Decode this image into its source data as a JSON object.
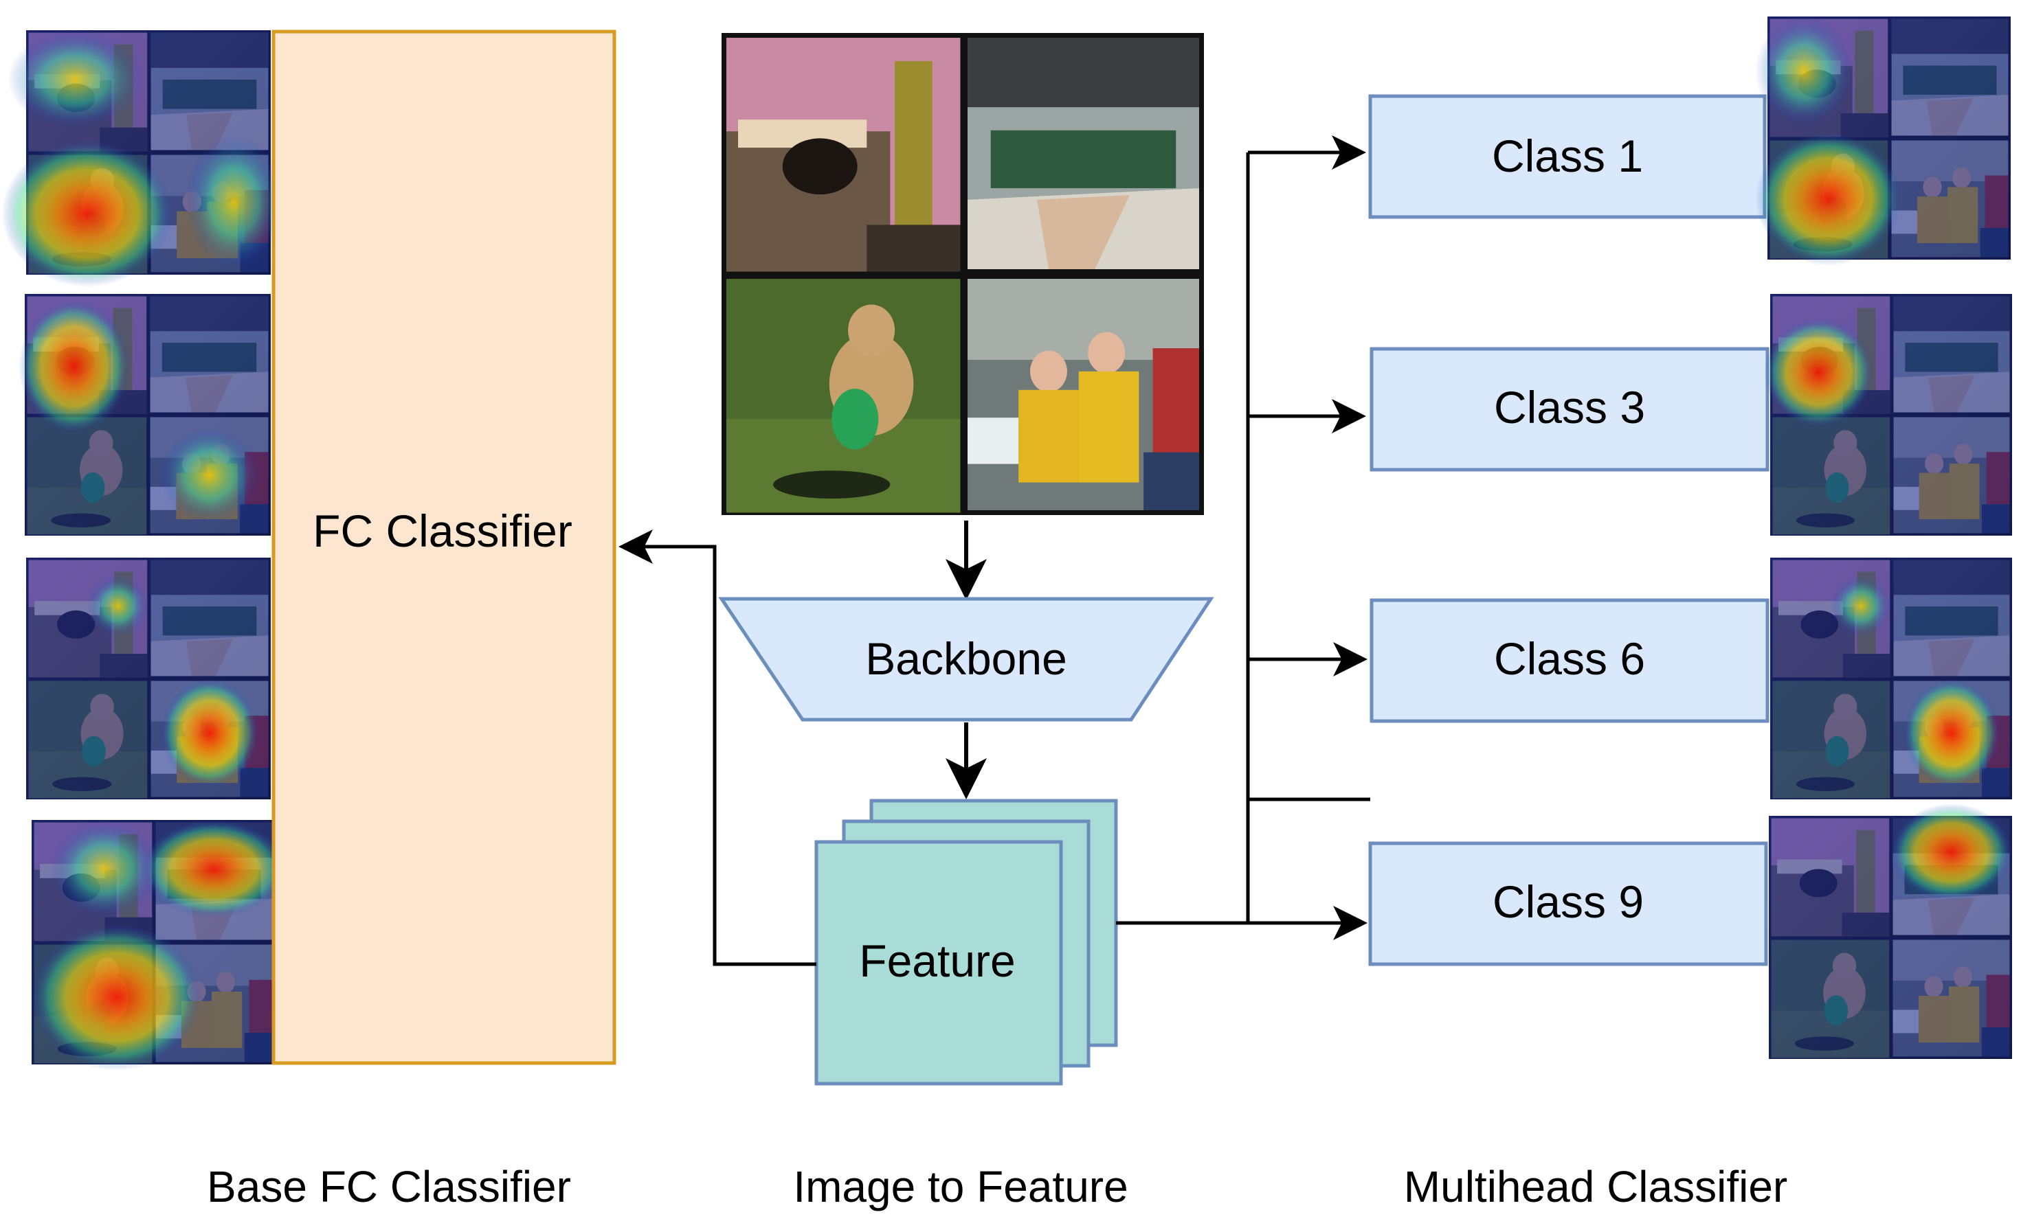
{
  "fc_classifier": {
    "label": "FC Classifier"
  },
  "backbone": {
    "label": "Backbone"
  },
  "feature": {
    "label": "Feature"
  },
  "heads": [
    {
      "label": "Class 1"
    },
    {
      "label": "Class 3"
    },
    {
      "label": "Class 6"
    },
    {
      "label": "Class 9"
    }
  ],
  "captions": {
    "left": "Base FC Classifier",
    "center": "Image to Feature",
    "right": "Multihead Classifier"
  },
  "colors": {
    "fc_fill": "#fde6d0",
    "fc_border": "#d79b22",
    "head_fill": "#dae8fc",
    "head_border": "#6c8ebf",
    "feature_fill": "#a9dcd6",
    "feature_border": "#6c8ebf",
    "arrow": "#000000"
  },
  "thumbnails": {
    "input_quadrants": [
      "cat-on-chair-photo",
      "train-photo",
      "dog-with-frisbee-photo",
      "people-in-yellow-shirts-photo"
    ],
    "left_heatmaps": [
      "heatmap-overlay",
      "heatmap-overlay",
      "heatmap-overlay",
      "heatmap-overlay"
    ],
    "right_heatmaps": [
      "heatmap-overlay",
      "heatmap-overlay",
      "heatmap-overlay",
      "heatmap-overlay"
    ]
  }
}
